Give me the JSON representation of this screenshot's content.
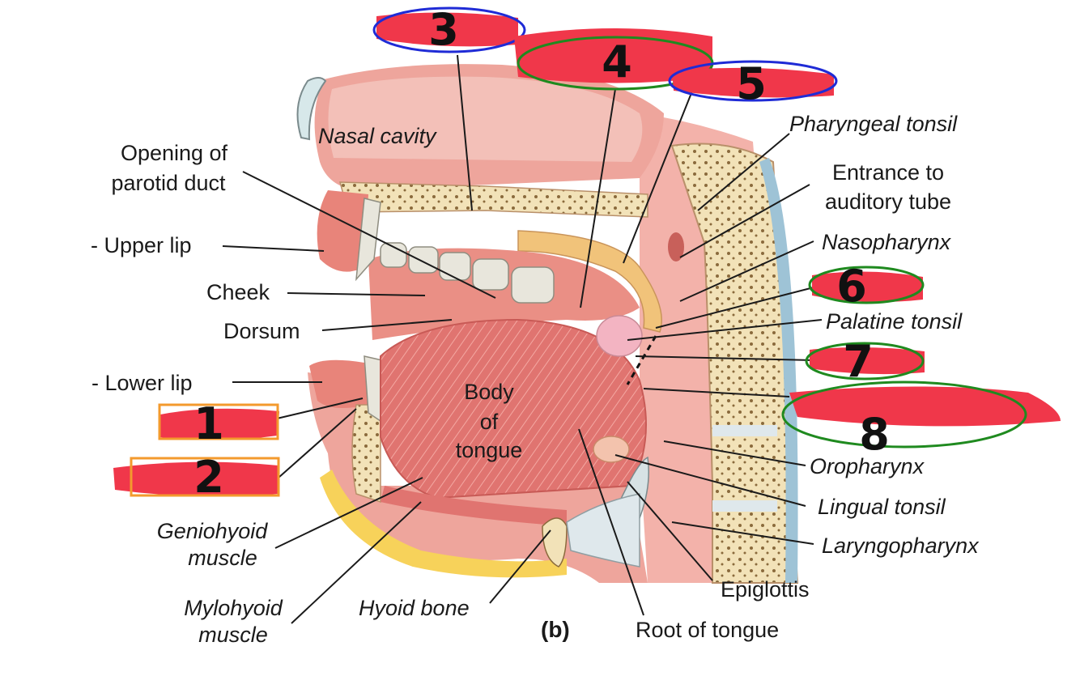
{
  "labels": {
    "nasal_cavity": "Nasal cavity",
    "opening_parotid_1": "Opening of",
    "opening_parotid_2": "parotid duct",
    "upper_lip": "- Upper lip",
    "cheek": "Cheek",
    "dorsum": "Dorsum",
    "lower_lip": "- Lower lip",
    "body_tongue_1": "Body",
    "body_tongue_2": "of",
    "body_tongue_3": "tongue",
    "geniohyoid_1": "Geniohyoid",
    "geniohyoid_2": "muscle",
    "mylohyoid_1": "Mylohyoid",
    "mylohyoid_2": "muscle",
    "hyoid_bone": "Hyoid bone",
    "panel": "(b)",
    "root_tongue": "Root of tongue",
    "epiglottis": "Epiglottis",
    "pharyngeal_tonsil": "Pharyngeal tonsil",
    "entrance_1": "Entrance to",
    "entrance_2": "auditory tube",
    "nasopharynx": "Nasopharynx",
    "palatine_tonsil": "Palatine tonsil",
    "oropharynx": "Oropharynx",
    "lingual_tonsil": "Lingual tonsil",
    "laryngopharynx": "Laryngopharynx"
  },
  "blanks": [
    {
      "number": "1",
      "outline_color": "#f39a2d"
    },
    {
      "number": "2",
      "outline_color": "#f39a2d"
    },
    {
      "number": "3",
      "outline_color": "#1f2bd6"
    },
    {
      "number": "4",
      "outline_color": "#1f8a1f"
    },
    {
      "number": "5",
      "outline_color": "#1f2bd6"
    },
    {
      "number": "6",
      "outline_color": "#1f8a1f"
    },
    {
      "number": "7",
      "outline_color": "#1f8a1f"
    },
    {
      "number": "8",
      "outline_color": "#1f8a1f"
    }
  ],
  "colors": {
    "redaction": "#f0374a",
    "muscle": "#e07470",
    "soft_tissue": "#f0a8a0",
    "bone": "#f2e2b8",
    "fat": "#f7d25a"
  }
}
